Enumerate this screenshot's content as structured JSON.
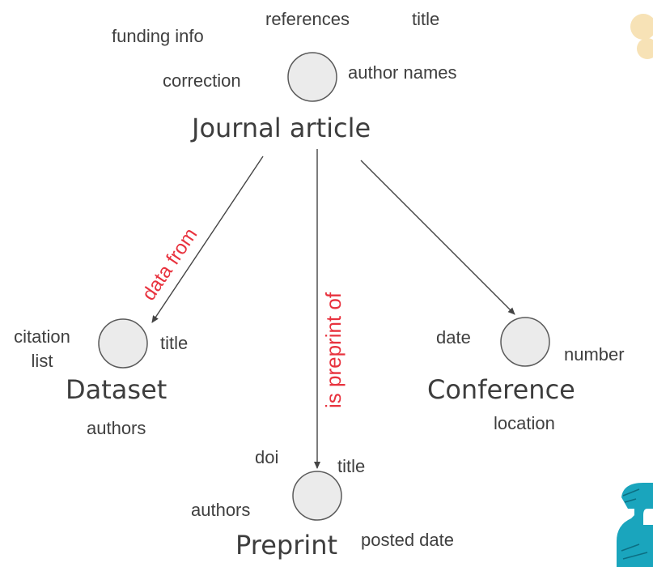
{
  "nodes": {
    "journal_article": {
      "title": "Journal article",
      "attributes": {
        "references": "references",
        "title": "title",
        "funding_info": "funding info",
        "correction": "correction",
        "author_names": "author names"
      }
    },
    "dataset": {
      "title": "Dataset",
      "attributes": {
        "citation_list_line1": "citation",
        "citation_list_line2": "list",
        "title": "title",
        "authors": "authors"
      }
    },
    "preprint": {
      "title": "Preprint",
      "attributes": {
        "doi": "doi",
        "title": "title",
        "authors": "authors",
        "posted_date": "posted date"
      }
    },
    "conference": {
      "title": "Conference",
      "attributes": {
        "date": "date",
        "number": "number",
        "location": "location"
      }
    }
  },
  "edges": {
    "data_from": "data from",
    "is_preprint_of": "is preprint of"
  },
  "colors": {
    "node_fill": "#ebebeb",
    "node_stroke": "#5a5a5a",
    "edge_line": "#444444",
    "edge_label": "#e8323e",
    "accent_yellow": "#f7e2b6",
    "accent_teal": "#1aa5bd"
  }
}
